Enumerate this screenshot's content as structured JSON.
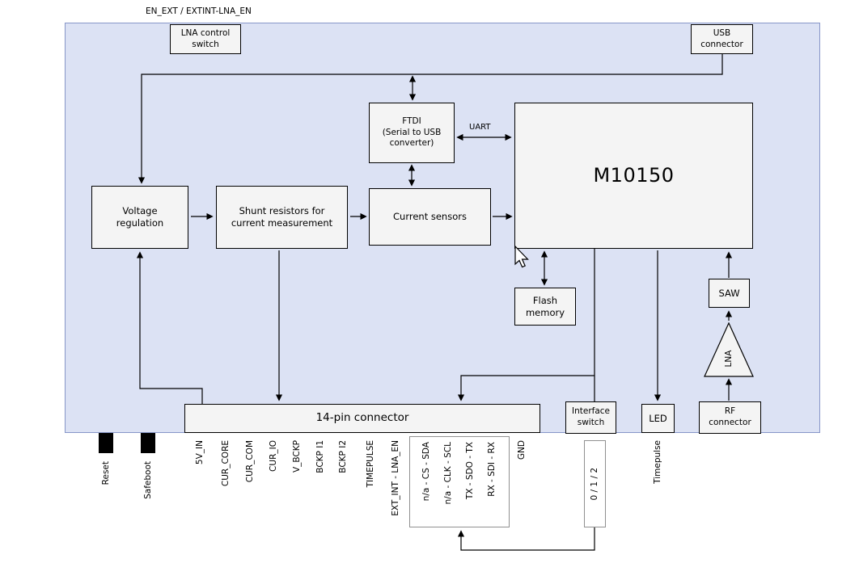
{
  "board": {
    "top_label": "EN_EXT / EXTINT-LNA_EN"
  },
  "blocks": {
    "lna_control_switch": "LNA control\nswitch",
    "usb_connector": "USB\nconnector",
    "ftdi": "FTDI\n(Serial to USB\nconverter)",
    "m10150": "M10150",
    "voltage_regulation": "Voltage\nregulation",
    "shunt_resistors": "Shunt resistors for\ncurrent measurement",
    "current_sensors": "Current sensors",
    "flash_memory": "Flash\nmemory",
    "saw": "SAW",
    "lna": "LNA",
    "rf_connector": "RF\nconnector",
    "fourteen_pin_connector": "14-pin connector",
    "interface_switch": "Interface\nswitch",
    "led": "LED"
  },
  "labels": {
    "uart": "UART",
    "reset": "Reset",
    "safeboot": "Safeboot",
    "timepulse": "Timepulse",
    "interface_modes": "0 / 1 / 2",
    "gnd": "GND"
  },
  "pins": [
    "5V_IN",
    "CUR_CORE",
    "CUR_COM",
    "CUR_IO",
    "V_BCKP",
    "BCKP I1",
    "BCKP I2",
    "TIMEPULSE",
    "EXT_INT - LNA_EN"
  ],
  "serial_pins": [
    "n/a - CS - SDA",
    "n/a - CLK - SCL",
    "TX - SDO - TX",
    "RX - SDI - RX"
  ],
  "colors": {
    "board_fill": "#dce2f4",
    "board_border": "#8796c8",
    "block_fill": "#f4f4f4",
    "block_border": "#000000",
    "wire": "#000000"
  }
}
